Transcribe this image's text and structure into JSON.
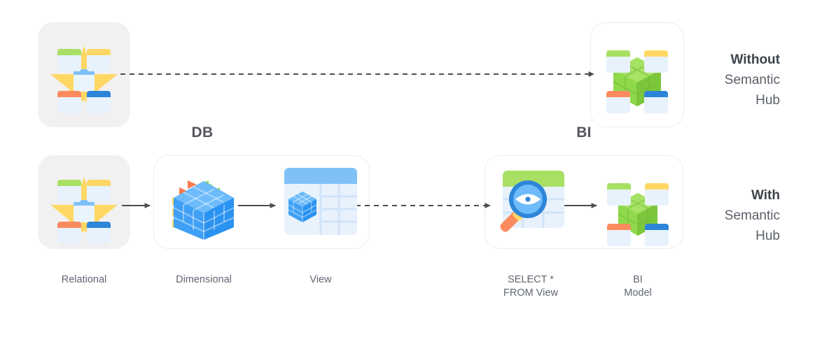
{
  "diagram": {
    "title_without": {
      "strong": "Without",
      "line2": "Semantic",
      "line3": "Hub"
    },
    "title_with": {
      "strong": "With",
      "line2": "Semantic",
      "line3": "Hub"
    },
    "sections": [
      {
        "id": "db",
        "label": "DB"
      },
      {
        "id": "bi",
        "label": "BI"
      }
    ],
    "captions": [
      {
        "id": "relational",
        "text": "Relational"
      },
      {
        "id": "dimensional",
        "text": "Dimensional"
      },
      {
        "id": "view",
        "text": "View"
      },
      {
        "id": "select",
        "line1": "SELECT *",
        "line2": "FROM View"
      },
      {
        "id": "bi-model",
        "line1": "BI",
        "line2": "Model"
      }
    ],
    "nodes": [
      {
        "id": "relational-top",
        "icon": "star-schema-icon",
        "row": "without"
      },
      {
        "id": "bi-model-top",
        "icon": "bi-model-cube-icon",
        "row": "without"
      },
      {
        "id": "relational-bottom",
        "icon": "star-schema-icon",
        "row": "with"
      },
      {
        "id": "dimensional-cube",
        "icon": "dimensional-cube-icon",
        "row": "with"
      },
      {
        "id": "view-table",
        "icon": "view-table-icon",
        "row": "with"
      },
      {
        "id": "select-query",
        "icon": "select-query-icon",
        "row": "with"
      },
      {
        "id": "bi-model-bottom",
        "icon": "bi-model-cube-icon",
        "row": "with"
      }
    ],
    "connectors": [
      {
        "id": "relational-to-bi-without",
        "style": "dashed"
      },
      {
        "id": "relational-to-dimensional",
        "style": "solid"
      },
      {
        "id": "dimensional-to-view",
        "style": "solid"
      },
      {
        "id": "view-to-select",
        "style": "dashed"
      },
      {
        "id": "select-to-bi-model",
        "style": "solid"
      }
    ],
    "colors": {
      "panel_gray": "#f1f1f1",
      "panel_white": "#ffffff",
      "panel_border": "#ececec",
      "card_green": "#a8e063",
      "card_yellow": "#ffd765",
      "card_orange": "#fb8b5f",
      "card_blue": "#2d85da",
      "card_body": "#e8f2fd",
      "cube_green": "#86d93e",
      "cube_blue": "#3fa0f5",
      "star_yellow": "#ffd765",
      "arrow_gray": "#4d4d4d",
      "text_dark": "#4a4f57",
      "text_gray": "#5f6672"
    }
  }
}
